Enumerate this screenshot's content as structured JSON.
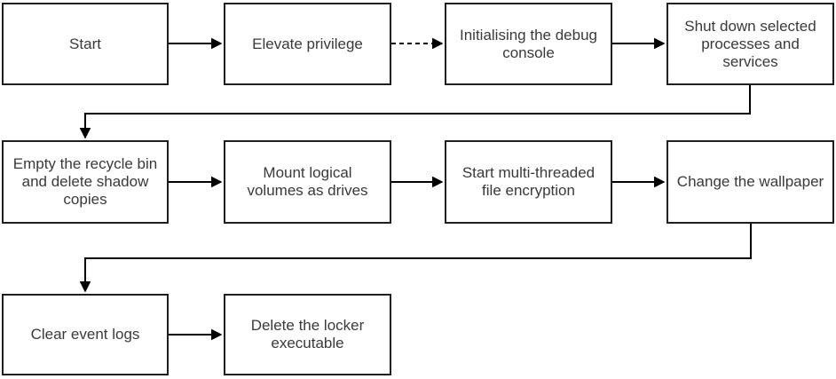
{
  "flowchart": {
    "description": "Flowchart of sequential steps connected by arrows",
    "colors": {
      "background": "#ffffff",
      "node_fill": "#ffffff",
      "node_border": "#1f1f1f",
      "text": "#3a3a3a",
      "connector": "#000000"
    },
    "nodes": [
      {
        "id": "start",
        "label": "Start"
      },
      {
        "id": "elevate-privilege",
        "label": "Elevate privilege"
      },
      {
        "id": "initialise-debug-console",
        "label": "Initialising the debug\nconsole"
      },
      {
        "id": "shut-down-processes",
        "label": "Shut down selected\nprocesses and\nservices"
      },
      {
        "id": "empty-recycle-bin",
        "label": "Empty the recycle bin\nand delete shadow\ncopies"
      },
      {
        "id": "mount-logical-volumes",
        "label": "Mount logical\nvolumes as drives"
      },
      {
        "id": "start-file-encryption",
        "label": "Start multi-threaded\nfile encryption"
      },
      {
        "id": "change-wallpaper",
        "label": "Change the wallpaper"
      },
      {
        "id": "clear-event-logs",
        "label": "Clear event logs"
      },
      {
        "id": "delete-locker-executable",
        "label": "Delete the locker\nexecutable"
      }
    ],
    "edges": [
      {
        "from": "start",
        "to": "elevate-privilege",
        "style": "solid-arrow"
      },
      {
        "from": "elevate-privilege",
        "to": "initialise-debug-console",
        "style": "dashed-arrow"
      },
      {
        "from": "initialise-debug-console",
        "to": "shut-down-processes",
        "style": "solid-arrow"
      },
      {
        "from": "shut-down-processes",
        "to": "empty-recycle-bin",
        "style": "solid-arrow-elbow"
      },
      {
        "from": "empty-recycle-bin",
        "to": "mount-logical-volumes",
        "style": "solid-arrow"
      },
      {
        "from": "mount-logical-volumes",
        "to": "start-file-encryption",
        "style": "solid-arrow"
      },
      {
        "from": "start-file-encryption",
        "to": "change-wallpaper",
        "style": "solid-arrow"
      },
      {
        "from": "change-wallpaper",
        "to": "clear-event-logs",
        "style": "solid-arrow-elbow"
      },
      {
        "from": "clear-event-logs",
        "to": "delete-locker-executable",
        "style": "solid-arrow"
      }
    ]
  }
}
